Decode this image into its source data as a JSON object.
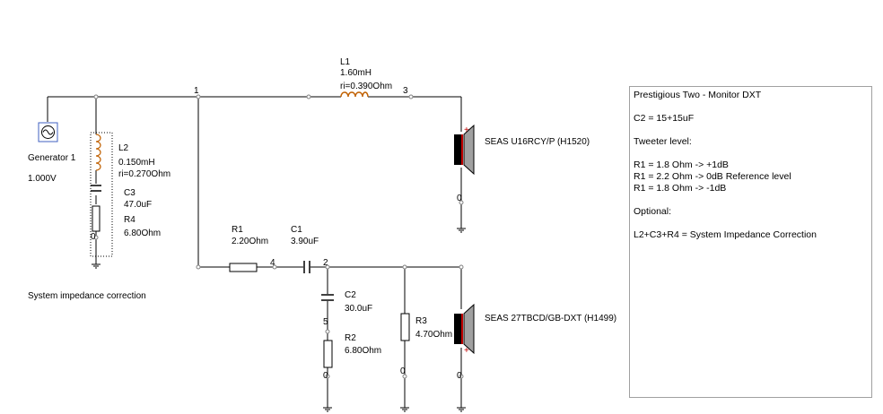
{
  "nodes": {
    "n1": "1",
    "n2": "2",
    "n3": "3",
    "n4": "4",
    "n5": "5",
    "g_tweeter": "0",
    "g_woofer": "0",
    "g_r2": "0",
    "g_r3": "0",
    "g_r4": "0"
  },
  "components": {
    "generator": {
      "name": "Generator 1",
      "value": "1.000V"
    },
    "L1": {
      "name": "L1",
      "value": "1.60mH",
      "ri": "ri=0.390Ohm"
    },
    "L2": {
      "name": "L2",
      "value": "0.150mH",
      "ri": "ri=0.270Ohm"
    },
    "C3": {
      "name": "C3",
      "value": "47.0uF"
    },
    "R4": {
      "name": "R4",
      "value": "6.80Ohm"
    },
    "R1": {
      "name": "R1",
      "value": "2.20Ohm"
    },
    "C1": {
      "name": "C1",
      "value": "3.90uF"
    },
    "C2": {
      "name": "C2",
      "value": "30.0uF"
    },
    "R2": {
      "name": "R2",
      "value": "6.80Ohm"
    },
    "R3": {
      "name": "R3",
      "value": "4.70Ohm"
    },
    "woofer": {
      "name": "SEAS U16RCY/P (H1520)",
      "polarity": "+"
    },
    "tweeter": {
      "name": "SEAS 27TBCD/GB-DXT (H1499)",
      "polarity": "+"
    }
  },
  "group_label": "System impedance correction",
  "notes": {
    "title": "Prestigious Two - Monitor DXT",
    "c2": "C2 = 15+15uF",
    "tweeter_heading": "Tweeter level:",
    "r1_a": "R1 = 1.8 Ohm -> +1dB",
    "r1_b": "R1 = 2.2 Ohm -> 0dB Reference level",
    "r1_c": "R1 = 1.8 Ohm -> -1dB",
    "optional": "Optional:",
    "correction": "L2+C3+R4 = System Impedance Correction"
  },
  "colors": {
    "wire": "#000000",
    "node": "#808080",
    "inductor": "#c06000",
    "speaker_red": "#c00000",
    "generator": "#4060c0"
  }
}
